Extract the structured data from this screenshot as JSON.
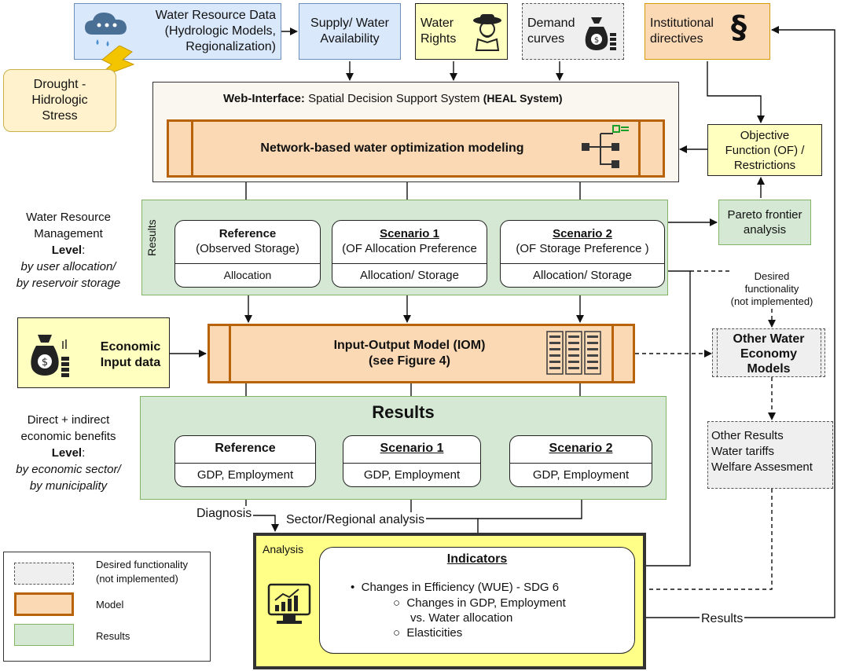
{
  "inputs": {
    "water_resource_data": "Water Resource Data (Hydrologic Models, Regionalization)",
    "water_resource_lines": [
      "Water Resource Data",
      "(Hydrologic Models,",
      "Regionalization)"
    ],
    "drought_lines": [
      "Drought -",
      "Hidrologic",
      "Stress"
    ],
    "supply_lines": [
      "Supply/ Water",
      "Availability"
    ],
    "water_rights_lines": [
      "Water",
      "Rights"
    ],
    "demand_lines": [
      "Demand",
      "curves"
    ],
    "institutional_lines": [
      "Institutional",
      "directives"
    ]
  },
  "web_interface": {
    "label_bold": "Web-Interface:",
    "label_rest": " Spatial Decision Support System ",
    "label_heal": "(HEAL System)",
    "network_model": "Network-based water optimization modeling"
  },
  "objective_lines": [
    "Objective",
    "Function (OF) /",
    "Restrictions"
  ],
  "pareto_lines": [
    "Pareto frontier",
    "analysis"
  ],
  "left_labels": {
    "wrm": [
      "Water Resource",
      "Management"
    ],
    "wrm_level": "Level",
    "wrm_italic": [
      "by user allocation/",
      "by reservoir storage"
    ],
    "econ": [
      "Direct + indirect",
      "economic benefits"
    ],
    "econ_level": "Level",
    "econ_italic": [
      "by economic sector/",
      "by municipality"
    ]
  },
  "results_vertical": "Results",
  "scenarios_top": [
    {
      "title": "Reference",
      "sub": "(Observed Storage)",
      "foot": "Allocation"
    },
    {
      "title": "Scenario 1",
      "sub": "(OF Allocation Preference",
      "foot": "Allocation/ Storage"
    },
    {
      "title": "Scenario 2",
      "sub": "(OF Storage Preference )",
      "foot": "Allocation/ Storage"
    }
  ],
  "desired_note": [
    "Desired",
    "functionality",
    "(not implemented)"
  ],
  "economic_input": [
    "Economic",
    "Input data"
  ],
  "iom": [
    "Input-Output Model (IOM)",
    "(see Figure 4)"
  ],
  "other_models": [
    "Other Water",
    "Economy",
    "Models"
  ],
  "results_title": "Results",
  "scenarios_bottom": [
    {
      "title": "Reference",
      "foot": "GDP, Employment"
    },
    {
      "title": "Scenario 1",
      "foot": "GDP, Employment"
    },
    {
      "title": "Scenario 2",
      "foot": "GDP, Employment"
    }
  ],
  "other_results": [
    "Other Results",
    "Water tariffs",
    "Welfare Assesment"
  ],
  "diagnosis": "Diagnosis",
  "sector_regional": "Sector/Regional analysis",
  "analysis_label": "Analysis",
  "indicators": {
    "title": "Indicators",
    "bullet1": "Changes in Efficiency (WUE) - SDG 6",
    "sub1_lines": [
      "Changes in GDP, Employment",
      "vs. Water allocation"
    ],
    "sub2": "Elasticities"
  },
  "results_feedback": "Results",
  "legend": {
    "desired": [
      "Desired functionality",
      "(not implemented)"
    ],
    "model": "Model",
    "results": "Results"
  },
  "colors": {
    "blue": "#dae8fc",
    "yellow": "#fff2cc",
    "orange": "#fcd9b5",
    "green": "#d5e8d4",
    "gray": "#efefef",
    "analysis_yellow": "#ffff88"
  },
  "icons": [
    "cloud-rain-icon",
    "lightning-icon",
    "farmer-icon",
    "money-bag-icon",
    "section-sign-icon",
    "tree-structure-icon",
    "server-rack-icon",
    "monitor-chart-icon"
  ]
}
